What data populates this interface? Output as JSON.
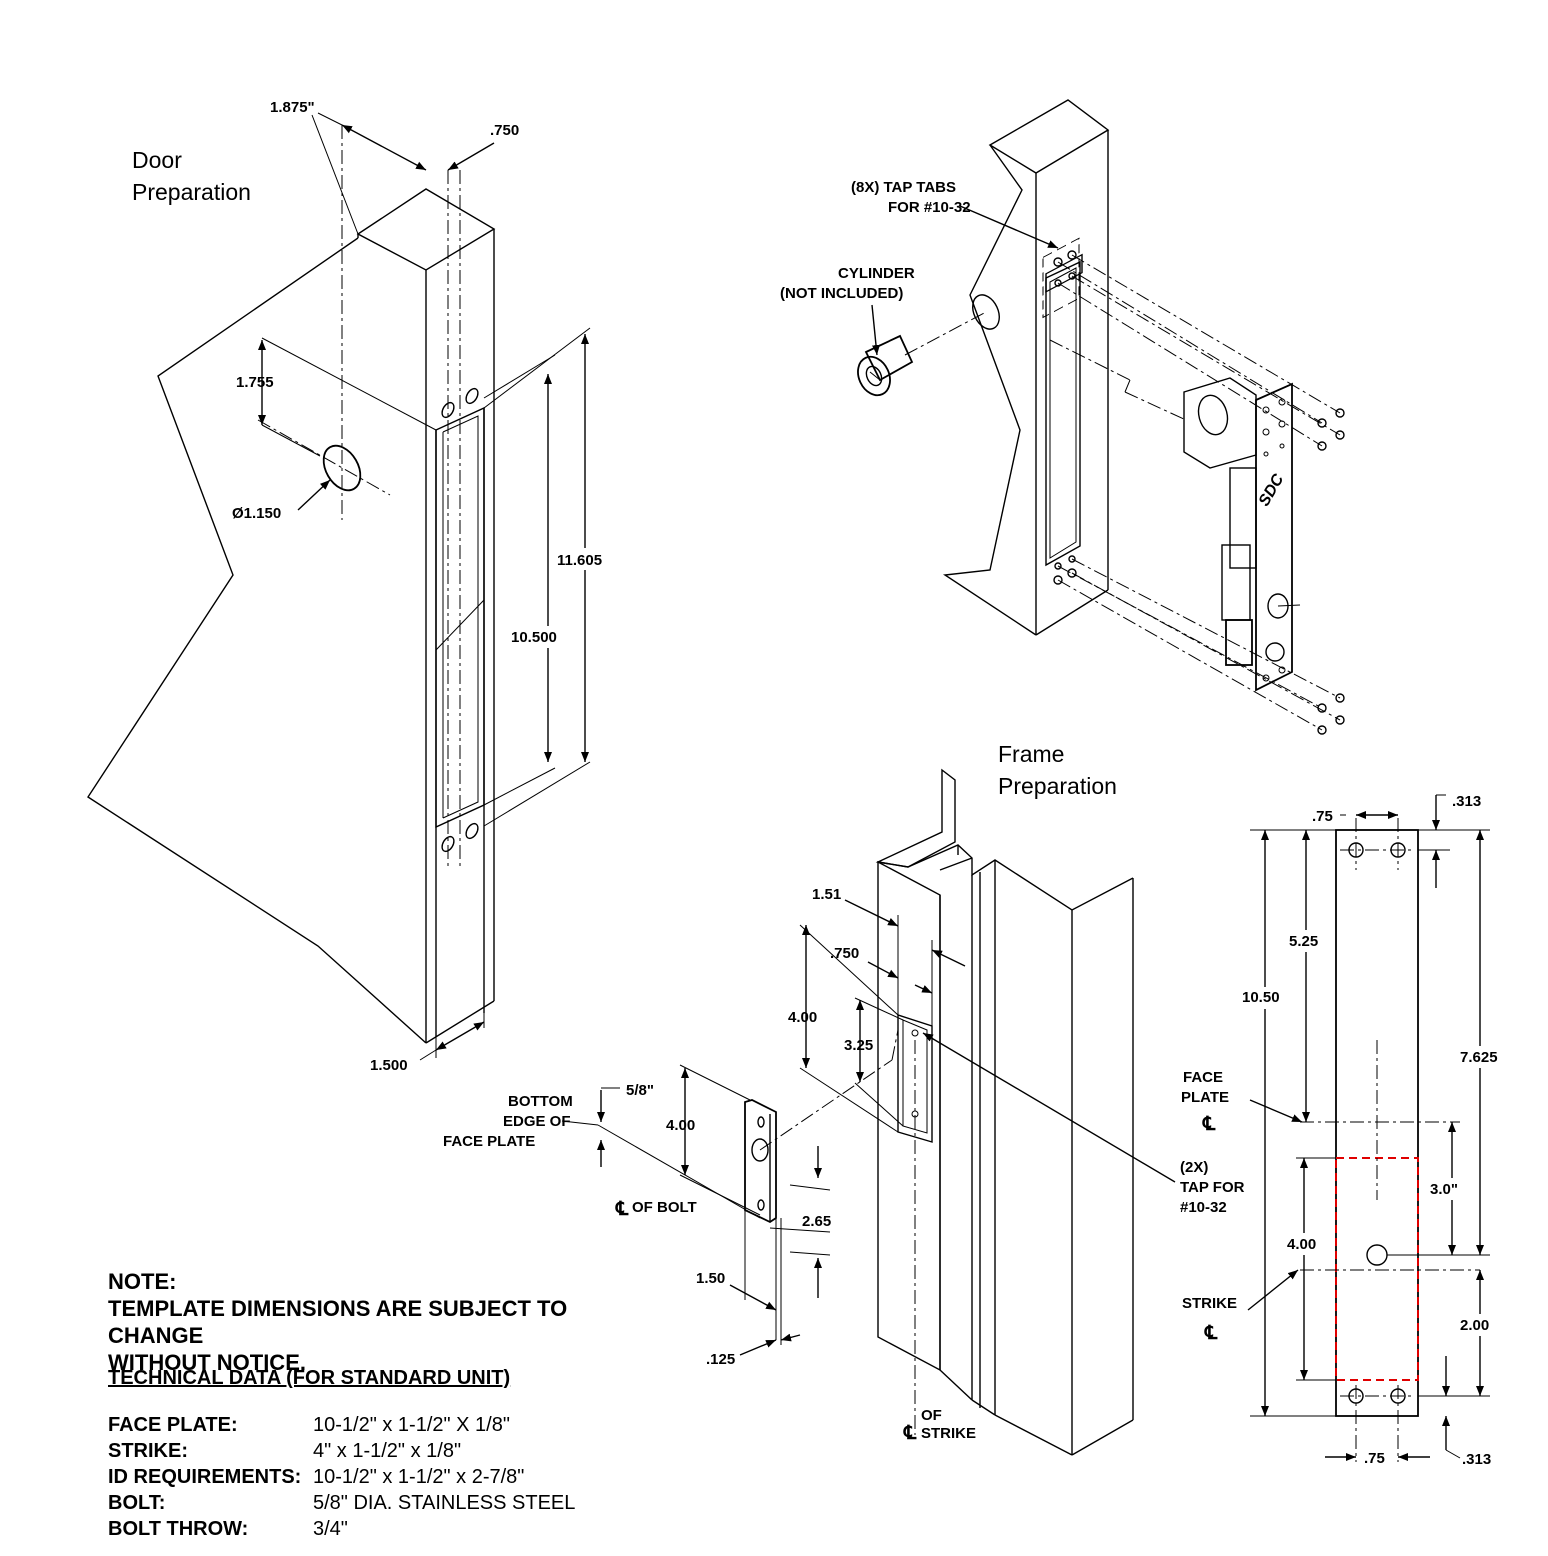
{
  "views": {
    "door_title": [
      "Door",
      "Preparation"
    ],
    "frame_title": [
      "Frame",
      "Preparation"
    ]
  },
  "door_dims": {
    "d1": "1.875\"",
    "d2": ".750",
    "d3": "1.755",
    "d4": "Ø1.150",
    "d5": "11.605",
    "d6": "10.500",
    "d7": "1.500"
  },
  "exploded": {
    "tap_tabs": [
      "(8X) TAP TABS",
      "FOR #10-32"
    ],
    "cylinder": [
      "CYLINDER",
      "(NOT INCLUDED)"
    ],
    "logo": "SDC"
  },
  "frame_dims": {
    "f1": "1.51",
    "f2": ".750",
    "f3": "4.00",
    "f4": "3.25",
    "f5": "5/8\"",
    "f6": "4.00",
    "f7": "2.65",
    "f8": "1.50",
    "f9": ".125",
    "bottom_edge": [
      "BOTTOM",
      "EDGE OF",
      "FACE PLATE"
    ],
    "cl_bolt": "OF BOLT",
    "tap": [
      "(2X)",
      "TAP FOR",
      "#10-32"
    ],
    "cl_strike": [
      "OF",
      "STRIKE"
    ],
    "cl_symbol": "℄"
  },
  "template_dims": {
    "t1": ".75",
    "t2": ".313",
    "t3": "5.25",
    "t4": "10.50",
    "t5": "7.625",
    "face_plate": [
      "FACE",
      "PLATE"
    ],
    "t6": "3.0\"",
    "t7": "4.00",
    "strike": "STRIKE",
    "t8": "2.00",
    "t9": ".75",
    "t10": ".313"
  },
  "note": {
    "heading": "NOTE:",
    "lines": [
      "TEMPLATE DIMENSIONS ARE SUBJECT TO CHANGE",
      "WITHOUT NOTICE."
    ]
  },
  "tech": {
    "title": "TECHNICAL DATA (FOR STANDARD UNIT)",
    "rows": [
      {
        "label": "FACE PLATE:",
        "value": "10-1/2\" x 1-1/2\" X 1/8\""
      },
      {
        "label": "STRIKE:",
        "value": "4\" x 1-1/2\" x 1/8\""
      },
      {
        "label": "ID REQUIREMENTS:",
        "value": "10-1/2\" x 1-1/2\" x 2-7/8\""
      },
      {
        "label": "BOLT:",
        "value": "5/8\" DIA. STAINLESS STEEL"
      },
      {
        "label": "BOLT THROW:",
        "value": "3/4\""
      }
    ]
  }
}
